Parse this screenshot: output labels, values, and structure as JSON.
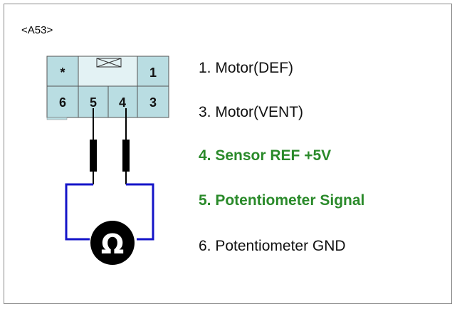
{
  "connector": {
    "label": "<A53>",
    "pins_top": [
      "*",
      "",
      "1"
    ],
    "pins_bottom": [
      "6",
      "5",
      "4",
      "3"
    ]
  },
  "legend": [
    {
      "text": "1. Motor(DEF)",
      "highlight": false
    },
    {
      "text": "3. Motor(VENT)",
      "highlight": false
    },
    {
      "text": "4. Sensor REF +5V",
      "highlight": true
    },
    {
      "text": "5. Potentiometer Signal",
      "highlight": true
    },
    {
      "text": "6. Potentiometer GND",
      "highlight": false
    }
  ],
  "colors": {
    "connector_fill": "#b9dde2",
    "connector_key_fill": "#e3f2f4",
    "wire": "#1414c8",
    "highlight_text": "#2a8a2a",
    "symbol": "#000000"
  },
  "symbol": {
    "glyph": "Ω",
    "meaning": "potentiometer"
  }
}
